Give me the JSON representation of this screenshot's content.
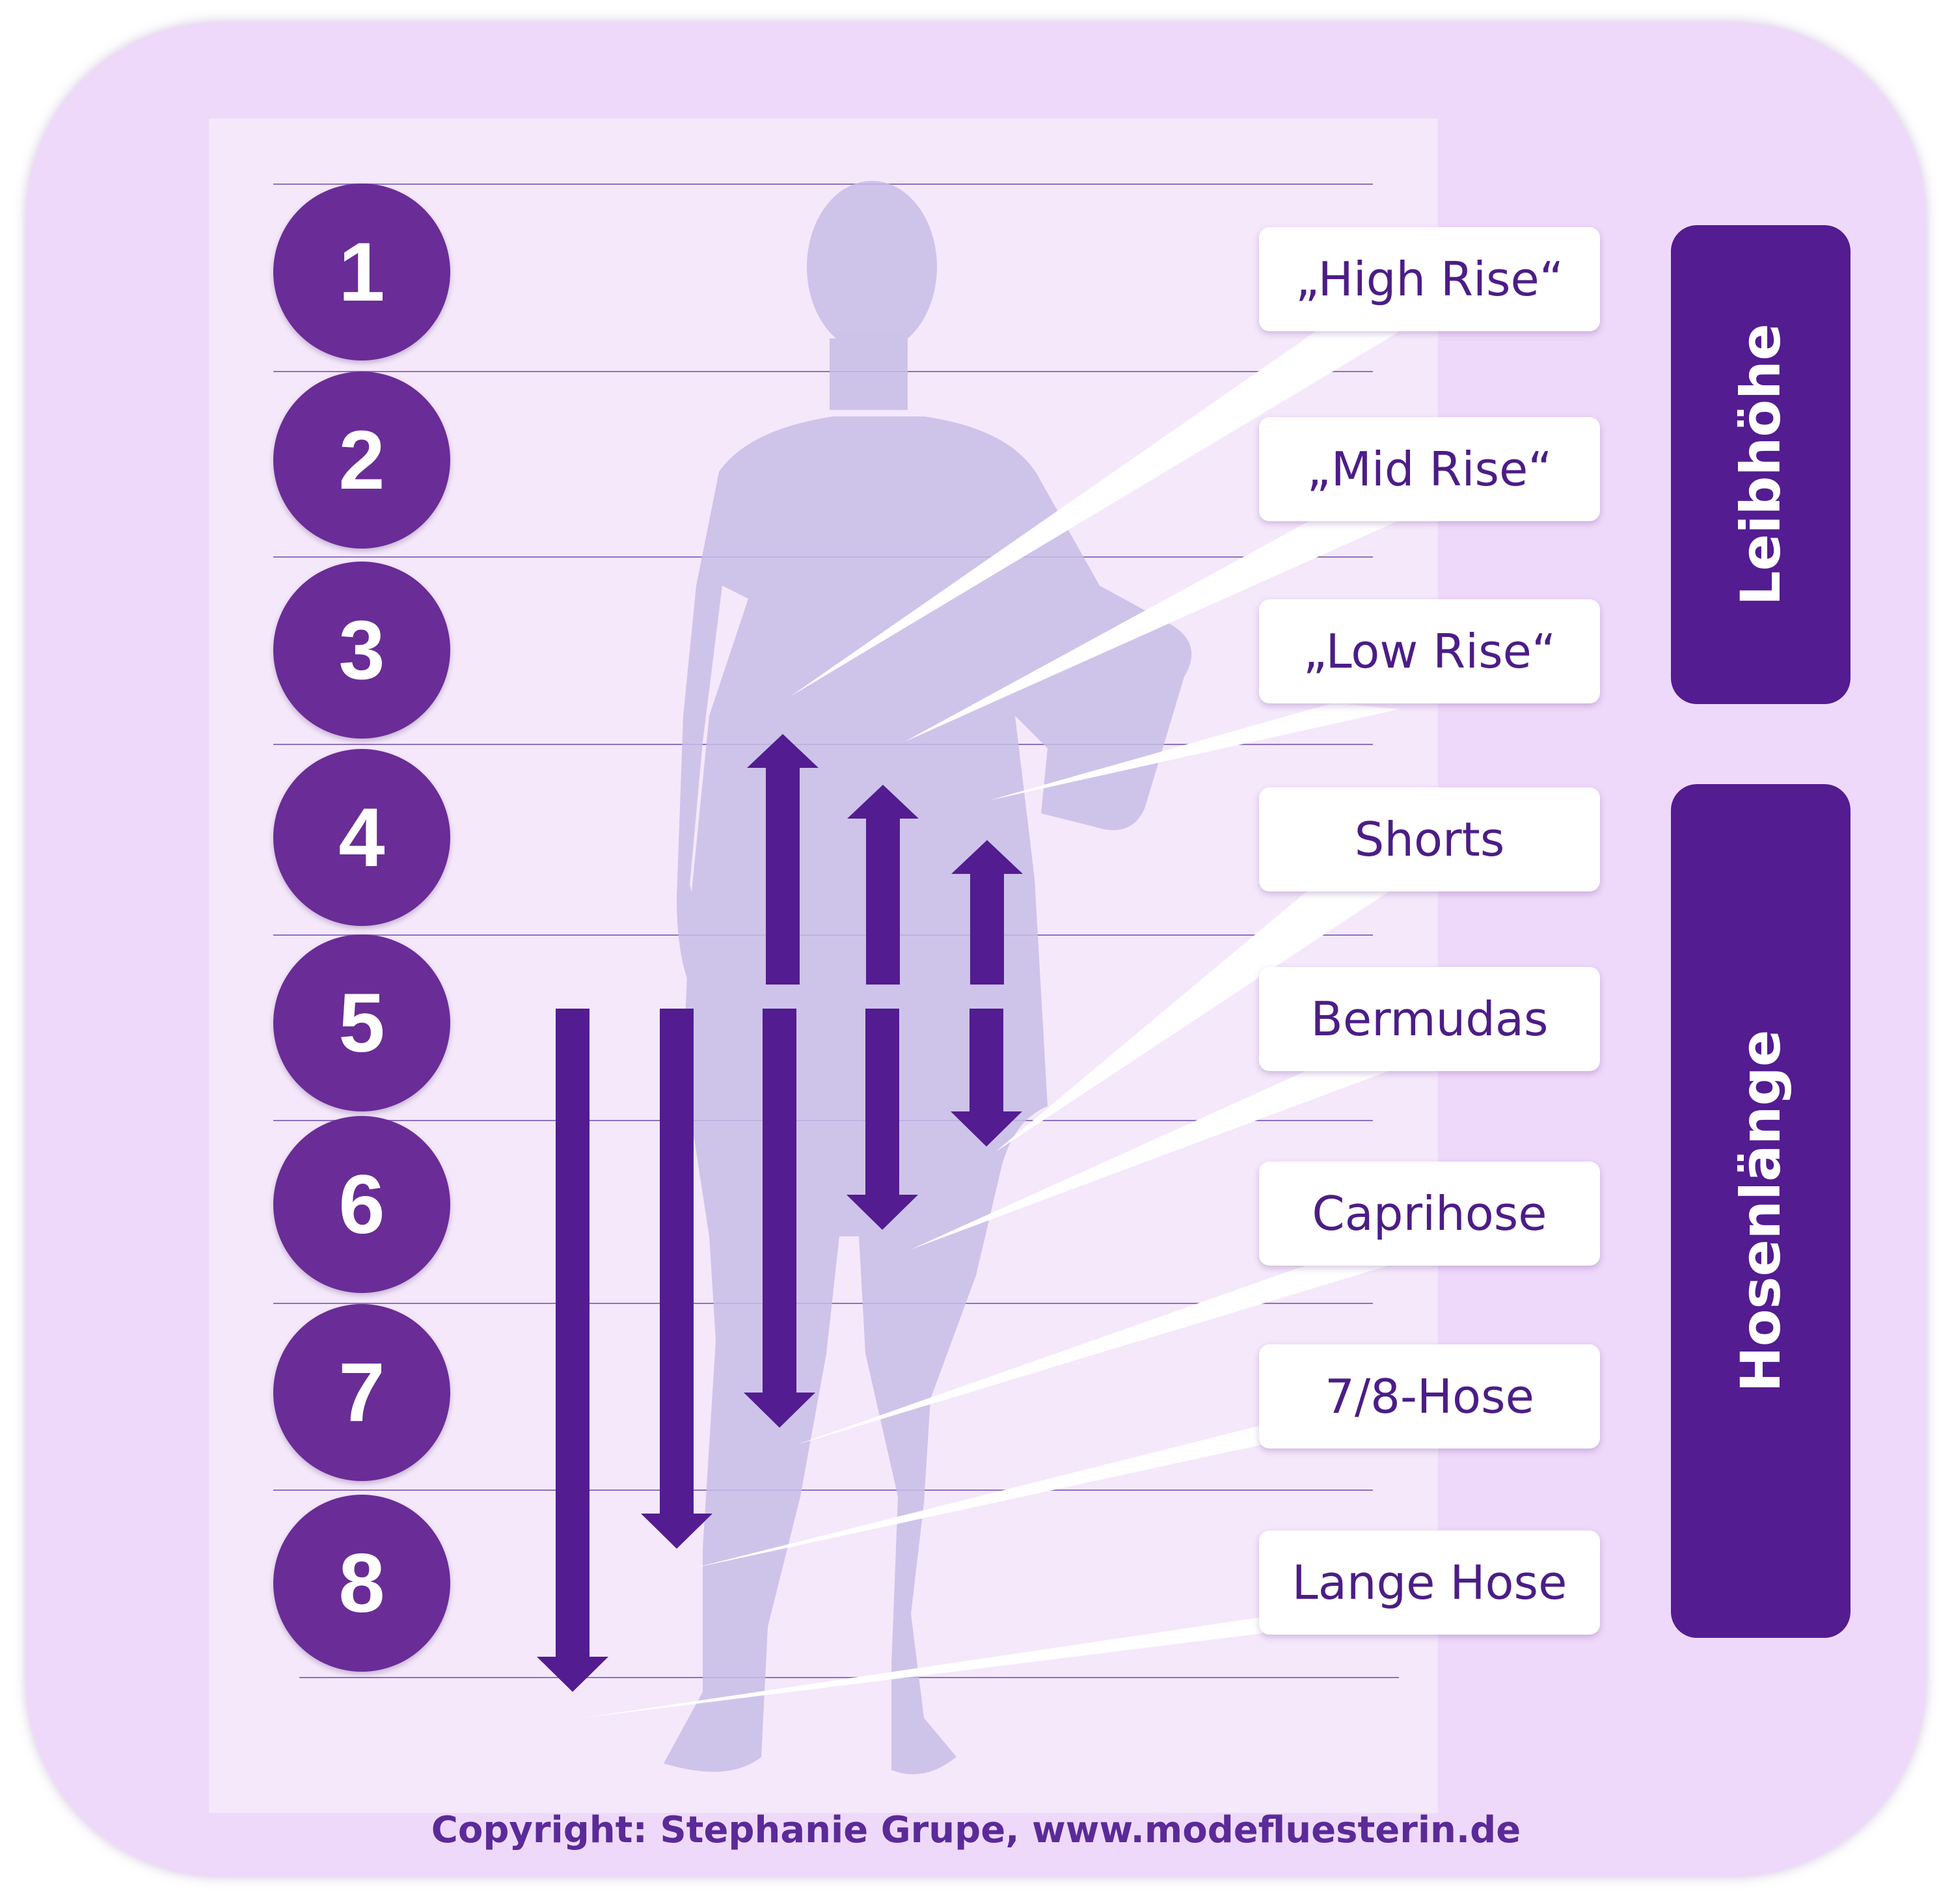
{
  "levels": [
    "1",
    "2",
    "3",
    "4",
    "5",
    "6",
    "7",
    "8"
  ],
  "rise_labels": [
    "„High Rise“",
    "„Mid Rise“",
    "„Low Rise“"
  ],
  "length_labels": [
    "Shorts",
    "Bermudas",
    "Caprihose",
    "7/8-Hose",
    "Lange Hose"
  ],
  "categories": {
    "rise": "Leibhöhe",
    "length": "Hosenlänge"
  },
  "copyright": "Copyright: Stephanie Grupe, www.modefluesterin.de",
  "colors": {
    "background": "#efd9fa",
    "panel": "#f5e8fb",
    "circle": "#6a2c97",
    "arrow": "#531c91",
    "label_text": "#4c1d86",
    "silhouette": "#c7bde6"
  },
  "icons": [
    "person-silhouette",
    "up-arrow",
    "down-arrow"
  ]
}
